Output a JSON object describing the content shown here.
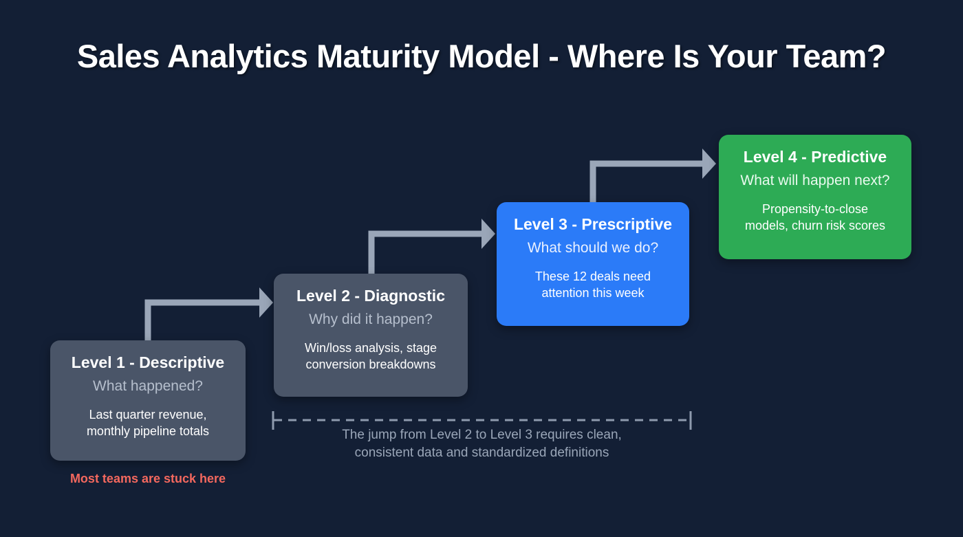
{
  "page": {
    "title": "Sales Analytics Maturity Model - Where Is Your Team?",
    "background_color": "#131f35"
  },
  "colors": {
    "gray_box": "#4a5568",
    "blue_box": "#2b7bf8",
    "green_box": "#2dab55",
    "connector": "#9aa6b8",
    "alert_red": "#f4685e",
    "muted_text": "#9aa6b8"
  },
  "levels": [
    {
      "title": "Level 1 - Descriptive",
      "question": "What happened?",
      "example": "Last quarter revenue,\nmonthly pipeline totals",
      "color": "#4a5568"
    },
    {
      "title": "Level 2 - Diagnostic",
      "question": "Why did it happen?",
      "example": "Win/loss analysis, stage\nconversion breakdowns",
      "color": "#4a5568"
    },
    {
      "title": "Level 3 - Prescriptive",
      "question": "What should we do?",
      "example": "These 12 deals need\nattention this week",
      "color": "#2b7bf8"
    },
    {
      "title": "Level 4 - Predictive",
      "question": "What will happen next?",
      "example": "Propensity-to-close\nmodels, churn risk scores",
      "color": "#2dab55"
    }
  ],
  "annotations": {
    "stuck_here": "Most teams are stuck here",
    "gap_note": "The jump from Level 2 to Level 3 requires clean,\nconsistent data and standardized definitions"
  }
}
